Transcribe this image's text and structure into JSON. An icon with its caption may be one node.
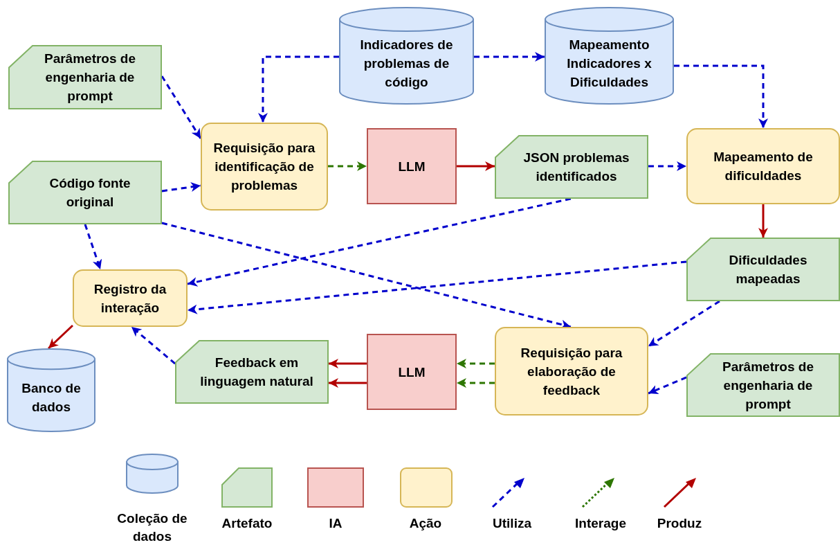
{
  "diagram": {
    "nodes": [
      {
        "text": [
          "Indicadores de problemas de código"
        ]
      },
      {
        "text": [
          "Mapeamento Indicadores x Dificuldades"
        ]
      },
      {
        "text": [
          "Parâmetros de engenharia de prompt"
        ]
      },
      {
        "text": [
          "Requisição para identificação de problemas"
        ]
      },
      {
        "text": [
          "LLM"
        ]
      },
      {
        "text": [
          "JSON problemas identificados"
        ]
      },
      {
        "text": [
          "Mapeamento de dificuldades"
        ]
      },
      {
        "text": [
          "Código fonte original"
        ]
      },
      {
        "text": [
          "Registro da interação"
        ]
      },
      {
        "text": [
          "Dificuldades mapeadas"
        ]
      },
      {
        "text": [
          "Requisição para elaboração de feedback"
        ]
      },
      {
        "text": [
          "LLM"
        ]
      },
      {
        "text": [
          "Feedback em linguagem natural"
        ]
      },
      {
        "text": [
          "Banco de dados"
        ]
      },
      {
        "text": [
          "Parâmetros de engenharia de prompt"
        ]
      }
    ],
    "edges": [
      {
        "from": 0,
        "to": 3,
        "arrow": "to",
        "style": "dashed"
      },
      {
        "from": 0,
        "to": 1,
        "arrow": "to",
        "style": "dashed"
      },
      {
        "from": 1,
        "to": 6,
        "arrow": "to",
        "style": "dashed"
      },
      {
        "from": 2,
        "to": 3,
        "arrow": "to",
        "style": "dashed"
      },
      {
        "from": 7,
        "to": 3,
        "arrow": "to",
        "style": "dashed"
      },
      {
        "from": 3,
        "to": 4,
        "arrow": "to",
        "style": "dashed",
        "color": "#2d7600"
      },
      {
        "from": 4,
        "to": 5,
        "arrow": "to",
        "color": "#b20000"
      },
      {
        "from": 5,
        "to": 6,
        "arrow": "to",
        "style": "dashed"
      },
      {
        "from": 6,
        "to": 9,
        "arrow": "to",
        "color": "#b20000"
      },
      {
        "from": 5,
        "to": 8,
        "arrow": "to",
        "style": "dashed"
      },
      {
        "from": 7,
        "to": 8,
        "arrow": "to",
        "style": "dashed"
      },
      {
        "from": 7,
        "to": 10,
        "arrow": "to",
        "style": "dashed"
      },
      {
        "from": 9,
        "to": 8,
        "arrow": "to",
        "style": "dashed"
      },
      {
        "from": 9,
        "to": 10,
        "arrow": "to",
        "style": "dashed"
      },
      {
        "from": 14,
        "to": 10,
        "arrow": "to",
        "style": "dashed"
      },
      {
        "from": 10,
        "to": 11,
        "arrow": "to",
        "style": "dashed",
        "color": "#2d7600"
      },
      {
        "from": 10,
        "to": 11,
        "arrow": "to",
        "style": "dashed",
        "color": "#2d7600"
      },
      {
        "from": 11,
        "to": 12,
        "arrow": "to",
        "color": "#b20000"
      },
      {
        "from": 11,
        "to": 12,
        "arrow": "to",
        "color": "#b20000"
      },
      {
        "from": 12,
        "to": 8,
        "arrow": "to",
        "style": "dashed"
      },
      {
        "from": 8,
        "to": 13,
        "arrow": "to",
        "color": "#b20000"
      }
    ],
    "legend": [
      {
        "text": "Coleção de dados"
      },
      {
        "text": "Artefato"
      },
      {
        "text": "IA"
      },
      {
        "text": "Ação"
      },
      {
        "text": "Utiliza"
      },
      {
        "text": "Interage"
      },
      {
        "text": "Produz"
      }
    ]
  }
}
